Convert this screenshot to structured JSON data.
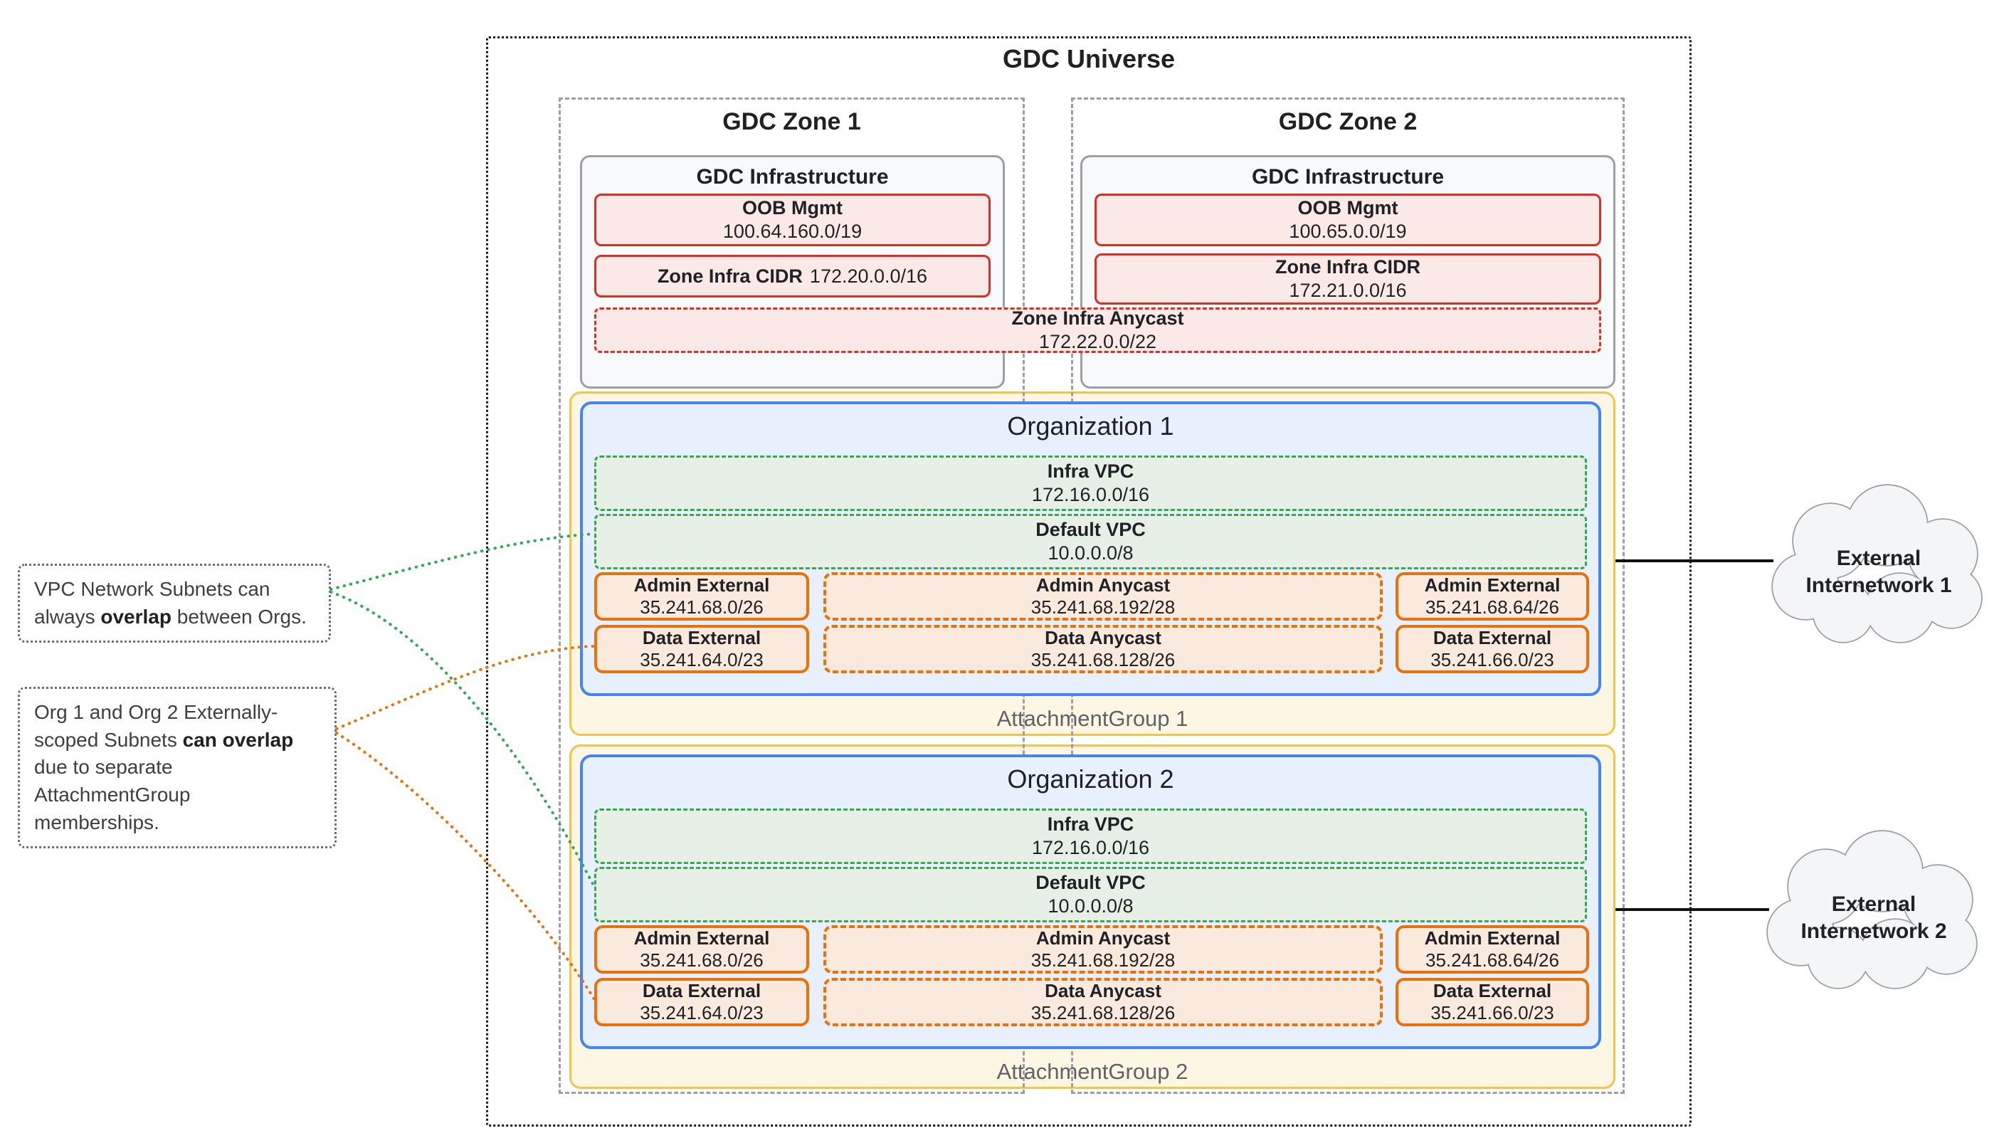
{
  "universe_title": "GDC Universe",
  "zones": [
    {
      "title": "GDC Zone 1",
      "infra_title": "GDC Infrastructure",
      "oob_label": "OOB Mgmt",
      "oob_cidr": "100.64.160.0/19",
      "infra_cidr_label": "Zone Infra CIDR",
      "infra_cidr": "172.20.0.0/16"
    },
    {
      "title": "GDC Zone 2",
      "infra_title": "GDC Infrastructure",
      "oob_label": "OOB Mgmt",
      "oob_cidr": "100.65.0.0/19",
      "infra_cidr_label": "Zone Infra CIDR",
      "infra_cidr": "172.21.0.0/16"
    }
  ],
  "anycast": {
    "label": "Zone Infra Anycast",
    "cidr": "172.22.0.0/22"
  },
  "attachment_groups": [
    {
      "label": "AttachmentGroup 1",
      "org_title": "Organization 1",
      "infra_vpc": {
        "label": "Infra VPC",
        "cidr": "172.16.0.0/16"
      },
      "default_vpc": {
        "label": "Default VPC",
        "cidr": "10.0.0.0/8"
      },
      "subnets": [
        {
          "label": "Admin External",
          "cidr": "35.241.68.0/26"
        },
        {
          "label": "Admin Anycast",
          "cidr": "35.241.68.192/28"
        },
        {
          "label": "Admin External",
          "cidr": "35.241.68.64/26"
        },
        {
          "label": "Data External",
          "cidr": "35.241.64.0/23"
        },
        {
          "label": "Data Anycast",
          "cidr": "35.241.68.128/26"
        },
        {
          "label": "Data External",
          "cidr": "35.241.66.0/23"
        }
      ]
    },
    {
      "label": "AttachmentGroup 2",
      "org_title": "Organization 2",
      "infra_vpc": {
        "label": "Infra VPC",
        "cidr": "172.16.0.0/16"
      },
      "default_vpc": {
        "label": "Default VPC",
        "cidr": "10.0.0.0/8"
      },
      "subnets": [
        {
          "label": "Admin External",
          "cidr": "35.241.68.0/26"
        },
        {
          "label": "Admin Anycast",
          "cidr": "35.241.68.192/28"
        },
        {
          "label": "Admin External",
          "cidr": "35.241.68.64/26"
        },
        {
          "label": "Data External",
          "cidr": "35.241.64.0/23"
        },
        {
          "label": "Data Anycast",
          "cidr": "35.241.68.128/26"
        },
        {
          "label": "Data External",
          "cidr": "35.241.66.0/23"
        }
      ]
    }
  ],
  "annotations": [
    {
      "pre": "VPC Network Subnets can always ",
      "bold": "overlap",
      "post": " between Orgs."
    },
    {
      "pre": "Org 1 and Org 2 Externally-scoped Subnets ",
      "bold": "can overlap",
      "post": " due to separate AttachmentGroup memberships."
    }
  ],
  "clouds": [
    {
      "line1": "External",
      "line2": "Internetwork 1"
    },
    {
      "line1": "External",
      "line2": "Internetwork 2"
    }
  ],
  "colors": {
    "red_border": "#d93025",
    "red_fill": "#fbe9e7",
    "green_border": "#34a853",
    "green_fill": "#e6f0e7",
    "orange_border": "#e8710a",
    "orange_fill": "#faeadd",
    "blue_border": "#4285f4",
    "blue_fill": "#e8f0fe",
    "yellow_border": "#eec64f",
    "yellow_fill": "#fdf6e3",
    "gray_border": "#9aa0a6",
    "gray_fill": "#f8f9fa",
    "cloud_fill": "#f3f5f7",
    "connector_green": "#34a853",
    "connector_orange": "#e8710a",
    "connector_black": "#111111"
  }
}
